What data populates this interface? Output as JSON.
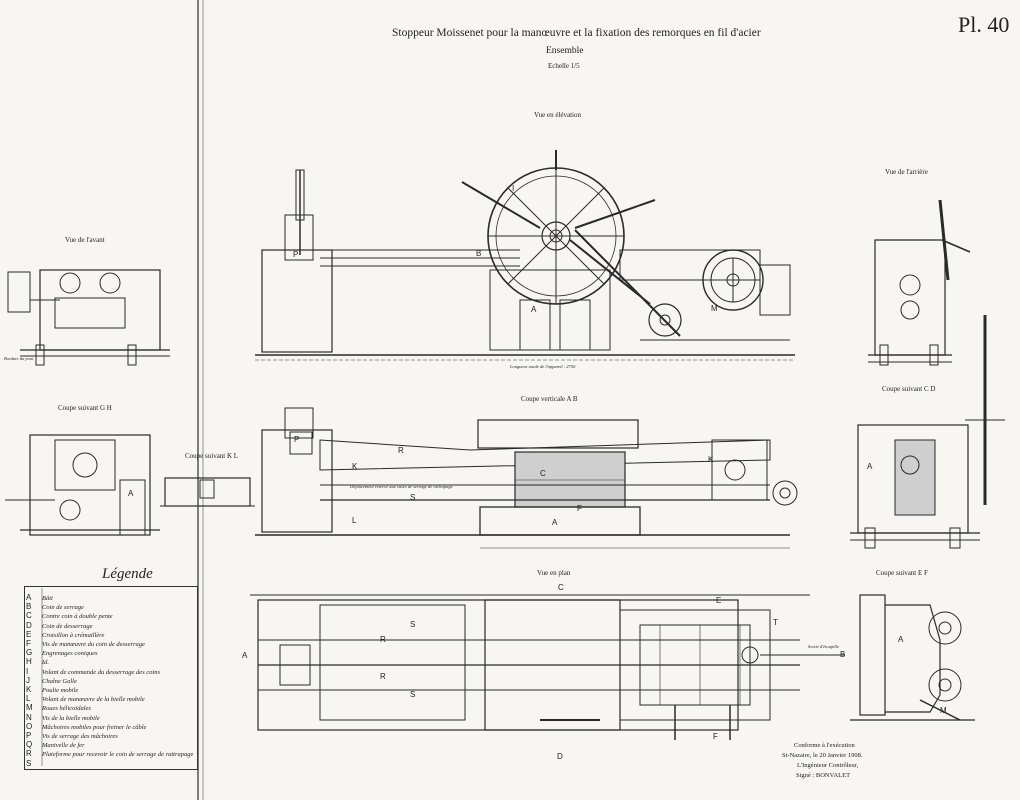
{
  "plate": "Pl. 40",
  "title": "Stoppeur Moissenet pour la manœuvre et la fixation des remorques en fil d'acier",
  "subtitle": "Ensemble",
  "scale": "Echelle 1/5",
  "views": {
    "elevation": "Vue en élévation",
    "arriere": "Vue de l'arrière",
    "avant": "Vue de l'avant",
    "coupe_ab": "Coupe verticale A B",
    "coupe_cd": "Coupe suivant C D",
    "coupe_gh": "Coupe suivant G H",
    "coupe_kl": "Coupe suivant K L",
    "plan": "Vue en plan",
    "coupe_ef": "Coupe suivant E F"
  },
  "notes": {
    "longueur": "Longueur totale de l'appareil : 2750",
    "deplacement": "Déplacement réservé aux vases de serrage de rattrapage",
    "sortie": "Sortie d'étoupille",
    "bordure": "Bordure du pont"
  },
  "legend": {
    "title": "Légende",
    "items": [
      {
        "letter": "A",
        "text": "Bâti"
      },
      {
        "letter": "B",
        "text": "Coin de serrage"
      },
      {
        "letter": "C",
        "text": "Contre coin à double pente"
      },
      {
        "letter": "D",
        "text": "Coin de desserrage"
      },
      {
        "letter": "E",
        "text": "Croisillon à crémaillère"
      },
      {
        "letter": "F",
        "text": "Vis de manœuvre du coin de desserrage"
      },
      {
        "letter": "G",
        "text": "Engrenages coniques"
      },
      {
        "letter": "H",
        "text": "Id."
      },
      {
        "letter": "I",
        "text": "Volant de commande du desserrage des coins"
      },
      {
        "letter": "J",
        "text": "Chaîne Galle"
      },
      {
        "letter": "K",
        "text": "Poulie mobile"
      },
      {
        "letter": "L",
        "text": "Volant de manœuvre de la bielle mobile"
      },
      {
        "letter": "M",
        "text": "Roues hélicoïdales"
      },
      {
        "letter": "N",
        "text": "Vis de la bielle mobile"
      },
      {
        "letter": "O",
        "text": "Mâchoires mobiles pour freiner le câble"
      },
      {
        "letter": "P",
        "text": "Vis de serrage des mâchoires"
      },
      {
        "letter": "Q",
        "text": "Manivelle de fer"
      },
      {
        "letter": "R",
        "text": "Plateforme pour recevoir le coin de serrage de rattrapage"
      },
      {
        "letter": "S",
        "text": ""
      }
    ]
  },
  "footer": {
    "line1": "Conforme à l'exécution",
    "line2": "St-Nazaire, le 20 Janvier 1908.",
    "line3": "L'Ingénieur Contrôleur,",
    "line4": "Signé : BONVALET"
  },
  "colors": {
    "paper": "#f7f6f3",
    "ink": "#222222"
  }
}
